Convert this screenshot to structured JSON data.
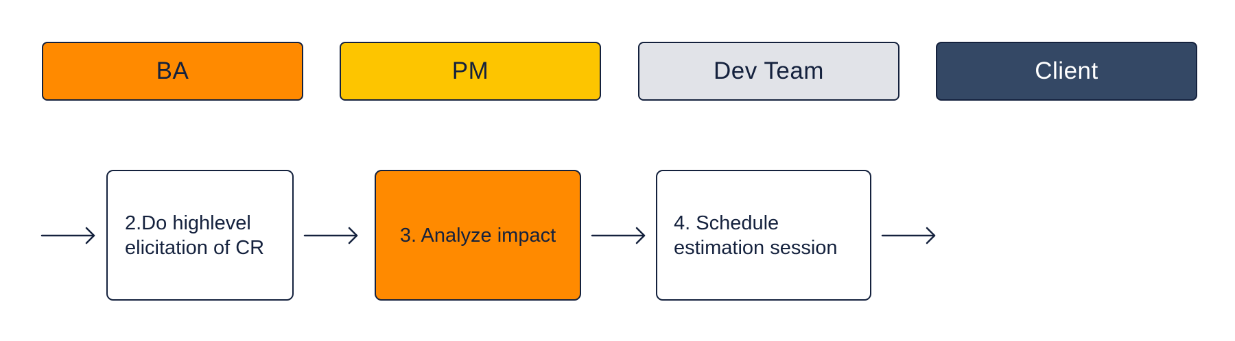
{
  "colors": {
    "outline": "#14213d",
    "ba": "#ff8a00",
    "pm": "#fdc500",
    "dev_team": "#e1e3e8",
    "client": "#344865",
    "step_default": "#ffffff"
  },
  "legend": [
    {
      "key": "ba",
      "label": "BA"
    },
    {
      "key": "pm",
      "label": "PM"
    },
    {
      "key": "dev_team",
      "label": "Dev Team"
    },
    {
      "key": "client",
      "label": "Client"
    }
  ],
  "steps": [
    {
      "line1": "2.Do highlevel",
      "line2": "elicitation of CR",
      "role": "none"
    },
    {
      "line1": "3. Analyze impact",
      "line2": "",
      "role": "ba"
    },
    {
      "line1": "4. Schedule",
      "line2": "estimation session",
      "role": "none"
    }
  ],
  "connectors": 4
}
